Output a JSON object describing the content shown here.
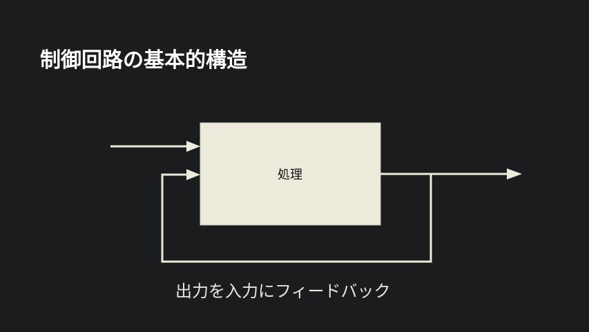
{
  "slide": {
    "title": "制御回路の基本的構造"
  },
  "diagram": {
    "process_label": "処理",
    "feedback_caption": "出力を入力にフィードバック",
    "colors": {
      "background": "#1b1c1e",
      "box_fill": "#ecebdc",
      "line": "#ecebdc",
      "title_text": "#ffffff",
      "label_text": "#111111"
    }
  }
}
